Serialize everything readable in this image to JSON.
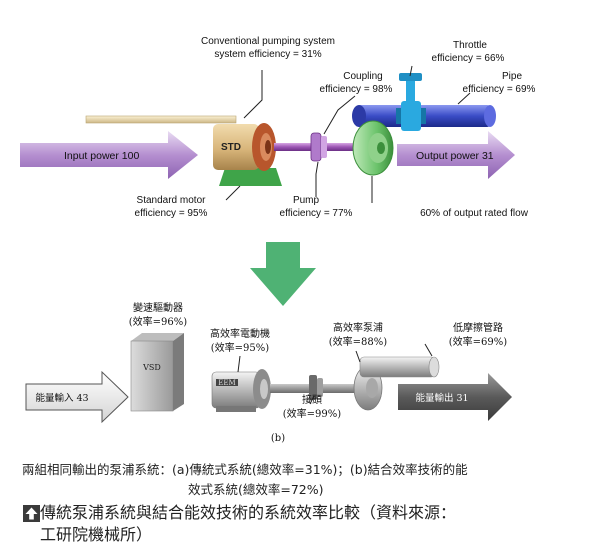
{
  "top_diagram": {
    "title_line1": "Conventional pumping system",
    "title_line2": "system efficiency = 31%",
    "throttle_line1": "Throttle",
    "throttle_line2": "efficiency = 66%",
    "pipe_line1": "Pipe",
    "pipe_line2": "efficiency = 69%",
    "coupling_line1": "Coupling",
    "coupling_line2": "efficiency = 98%",
    "std_label": "STD",
    "input_power": "Input power 100",
    "output_power": "Output power 31",
    "motor_line1": "Standard motor",
    "motor_line2": "efficiency = 95%",
    "pump_line1": "Pump",
    "pump_line2": "efficiency = 77%",
    "flow_note": "60% of output rated flow"
  },
  "bottom_diagram": {
    "vsd_line1": "變速驅動器",
    "vsd_line2": "(效率=96%)",
    "vsd_label": "VSD",
    "eem_line1": "高效率電動機",
    "eem_line2": "(效率=95%)",
    "eem_label": "EEM",
    "pump_line1": "高效率泵浦",
    "pump_line2": "(效率=88%)",
    "pipe_line1": "低摩擦管路",
    "pipe_line2": "(效率=69%)",
    "coupling_line1": "接頭",
    "coupling_line2": "(效率=99%)",
    "input_power": "能量輸入 43",
    "output_power": "能量輸出 31",
    "panel_label": "(b)"
  },
  "caption_line1": "兩組相同輸出的泵浦系統：(a)傳統式系統(總效率=31%)；(b)結合效率技術的能",
  "caption_line2": "效式系統(總效率=72%)",
  "footer_line1": "傳統泵浦系統與結合能效技術的系統效率比較（資料來源：",
  "footer_line2": "工研院機械所）",
  "icons": {
    "footer": "up-arrow-icon"
  },
  "colors": {
    "input_arrow": "#b58fd0",
    "output_arrow": "#b58fd0",
    "motor_tan": "#d8b57a",
    "motor_red": "#b8562c",
    "motor_base": "#3fa449",
    "coupling_green": "#6bc36b",
    "pipe_blue": "#3a4cc6",
    "throttle_cyan": "#2aa9e0",
    "down_arrow": "#4fb274"
  }
}
